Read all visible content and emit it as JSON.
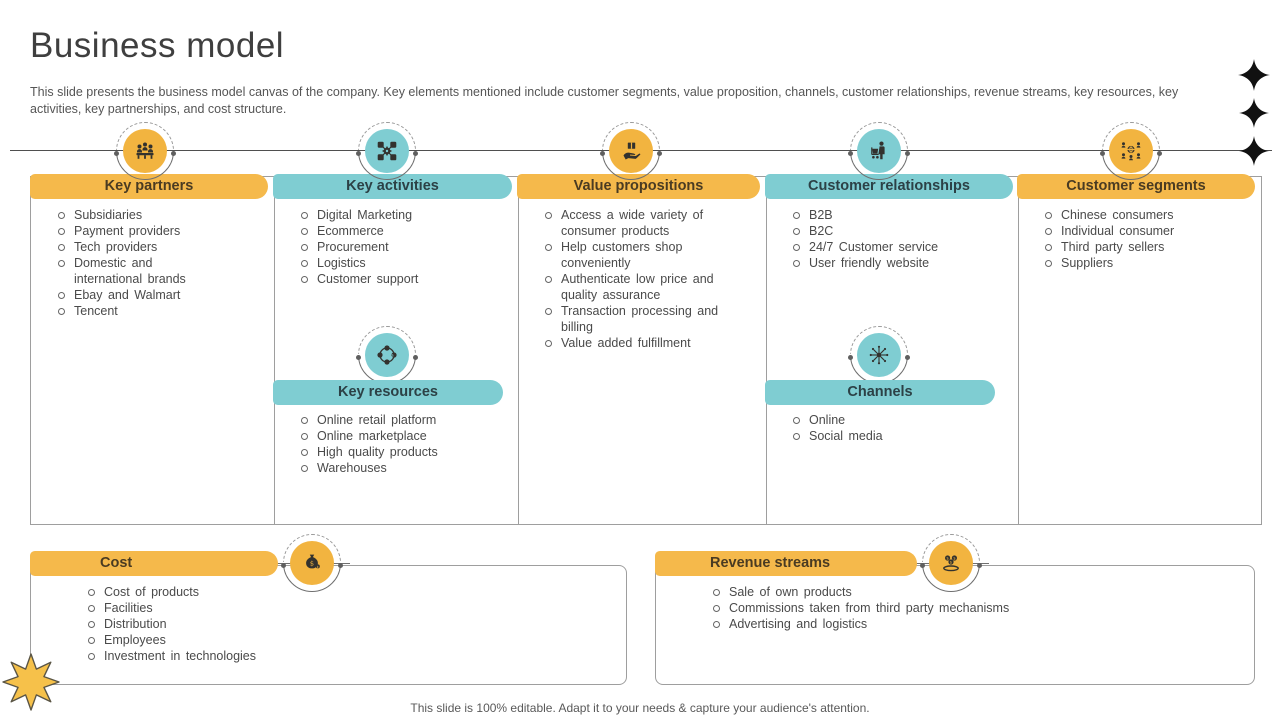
{
  "slide": {
    "title": "Business model",
    "subtitle": "This slide presents the business model canvas of the company. Key elements mentioned include customer segments, value proposition, channels, customer relationships, revenue streams, key resources, key activities, key partnerships, and cost structure.",
    "footer": "This slide is 100% editable. Adapt it to your needs & capture your audience's attention."
  },
  "colors": {
    "accent_yellow": "#F2B440",
    "accent_teal": "#7FCDD2",
    "heading_text": "#3F3F3F",
    "body_text": "#4A4A4A",
    "border_gray": "#9E9E9E",
    "star_black": "#111111"
  },
  "decorations": {
    "top_right_stars": "three black four-point sparkle stars",
    "bottom_left_star": "eight-point yellow star"
  },
  "columns": [
    {
      "label": "Key partners",
      "accent": "yellow",
      "icon": "partners-icon",
      "items": [
        "Subsidiaries",
        "Payment providers",
        "Tech providers",
        "Domestic and international brands",
        "Ebay and Walmart",
        "Tencent"
      ]
    },
    {
      "label": "Key activities",
      "accent": "teal",
      "icon": "process-gear-icon",
      "items": [
        "Digital Marketing",
        "Ecommerce",
        "Procurement",
        "Logistics",
        "Customer support"
      ]
    },
    {
      "label": "Value propositions",
      "accent": "yellow",
      "icon": "hand-value-icon",
      "items": [
        "Access a wide variety of consumer products",
        "Help customers shop conveniently",
        "Authenticate low price and quality assurance",
        "Transaction processing and billing",
        "Value added fulfillment"
      ]
    },
    {
      "label": "Customer relationships",
      "accent": "teal",
      "icon": "shopper-cart-icon",
      "items": [
        "B2B",
        "B2C",
        "24/7 Customer service",
        "User friendly website"
      ]
    },
    {
      "label": "Customer segments",
      "accent": "yellow",
      "icon": "user-network-icon",
      "items": [
        "Chinese consumers",
        "Individual consumer",
        "Third party sellers",
        "Suppliers"
      ]
    }
  ],
  "sub_sections": [
    {
      "label": "Key resources",
      "accent": "teal",
      "icon": "resources-ring-icon",
      "items": [
        "Online retail platform",
        "Online marketplace",
        "High quality products",
        "Warehouses"
      ]
    },
    {
      "label": "Channels",
      "accent": "teal",
      "icon": "hub-network-icon",
      "items": [
        "Online",
        "Social media"
      ]
    }
  ],
  "bottom_sections": [
    {
      "label": "Cost",
      "accent": "yellow",
      "icon": "money-bag-icon",
      "items": [
        "Cost of products",
        "Facilities",
        "Distribution",
        "Employees",
        "Investment in technologies"
      ]
    },
    {
      "label": "Revenue streams",
      "accent": "yellow",
      "icon": "coins-icon",
      "items": [
        "Sale of own products",
        "Commissions taken from third party mechanisms",
        "Advertising and logistics"
      ]
    }
  ]
}
